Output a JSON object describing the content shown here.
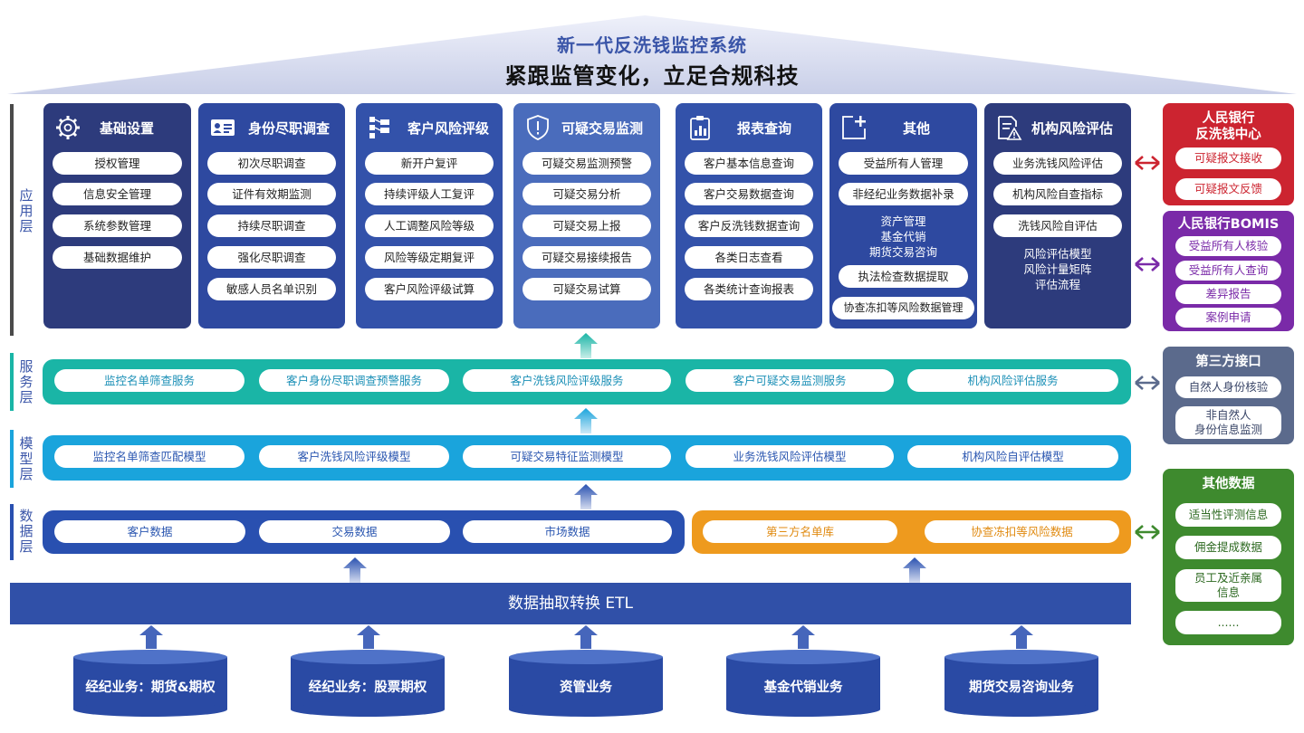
{
  "header": {
    "title": "新一代反洗钱监控系统",
    "subtitle": "紧跟监管变化，立足合规科技"
  },
  "layers": {
    "app": "应用层",
    "service": "服务层",
    "model": "模型层",
    "data": "数据层"
  },
  "app_cards": [
    {
      "title": "基础设置",
      "icon": "gear-icon",
      "items": [
        "授权管理",
        "信息安全管理",
        "系统参数管理",
        "基础数据维护"
      ]
    },
    {
      "title": "身份尽职调查",
      "icon": "id-card-icon",
      "items": [
        "初次尽职调查",
        "证件有效期监测",
        "持续尽职调查",
        "强化尽职调查",
        "敏感人员名单识别"
      ]
    },
    {
      "title": "客户风险评级",
      "icon": "org-chart-icon",
      "items": [
        "新开户复评",
        "持续评级人工复评",
        "人工调整风险等级",
        "风险等级定期复评",
        "客户风险评级试算"
      ]
    },
    {
      "title": "可疑交易监测",
      "icon": "shield-alert-icon",
      "items": [
        "可疑交易监测预警",
        "可疑交易分析",
        "可疑交易上报",
        "可疑交易接续报告",
        "可疑交易试算"
      ]
    },
    {
      "title": "报表查询",
      "icon": "clipboard-chart-icon",
      "items": [
        "客户基本信息查询",
        "客户交易数据查询",
        "客户反洗钱数据查询",
        "各类日志查看",
        "各类统计查询报表"
      ]
    },
    {
      "title": "其他",
      "icon": "plus-frame-icon",
      "items": [
        "受益所有人管理",
        "非经纪业务数据补录",
        "执法检查数据提取",
        "协查冻扣等风险数据管理"
      ],
      "plain": "资产管理\n基金代销\n期货交易咨询"
    },
    {
      "title": "机构风险评估",
      "icon": "document-warning-icon",
      "items": [
        "业务洗钱风险评估",
        "机构风险自查指标",
        "洗钱风险自评估"
      ],
      "plain": "风险评估模型\n风险计量矩阵\n评估流程"
    }
  ],
  "service_layer": [
    "监控名单筛查服务",
    "客户身份尽职调查预警服务",
    "客户洗钱风险评级服务",
    "客户可疑交易监测服务",
    "机构风险评估服务"
  ],
  "model_layer": [
    "监控名单筛查匹配模型",
    "客户洗钱风险评级模型",
    "可疑交易特征监测模型",
    "业务洗钱风险评估模型",
    "机构风险自评估模型"
  ],
  "data_layer": {
    "internal": [
      "客户数据",
      "交易数据",
      "市场数据"
    ],
    "external": [
      "第三方名单库",
      "协查冻扣等风险数据"
    ]
  },
  "etl": "数据抽取转换 ETL",
  "sources": [
    "经纪业务：期货&期权",
    "经纪业务：股票期权",
    "资管业务",
    "基金代销业务",
    "期货交易咨询业务"
  ],
  "side_panels": {
    "pboc_center": {
      "title": "人民银行\n反洗钱中心",
      "items": [
        "可疑报文接收",
        "可疑报文反馈"
      ]
    },
    "bomis": {
      "title": "人民银行BOMIS",
      "items": [
        "受益所有人核验",
        "受益所有人查询",
        "差异报告",
        "案例申请"
      ]
    },
    "third_party": {
      "title": "第三方接口",
      "items": [
        "自然人身份核验",
        "非自然人\n身份信息监测"
      ]
    },
    "other_data": {
      "title": "其他数据",
      "items": [
        "适当性评测信息",
        "佣金提成数据",
        "员工及近亲属\n信息",
        "......"
      ]
    }
  },
  "colors": {
    "app_navy": "#2b3a7a",
    "app_blue": "#3d5ba8",
    "service_teal": "#1ab5a6",
    "model_cyan": "#1aa4dc",
    "data_blue": "#2950b0",
    "data_orange": "#ee9a1e",
    "pboc_red": "#cc2430",
    "bomis_purple": "#7a2aa8",
    "third_slate": "#5b6a8c",
    "other_green": "#3e8a2e"
  }
}
